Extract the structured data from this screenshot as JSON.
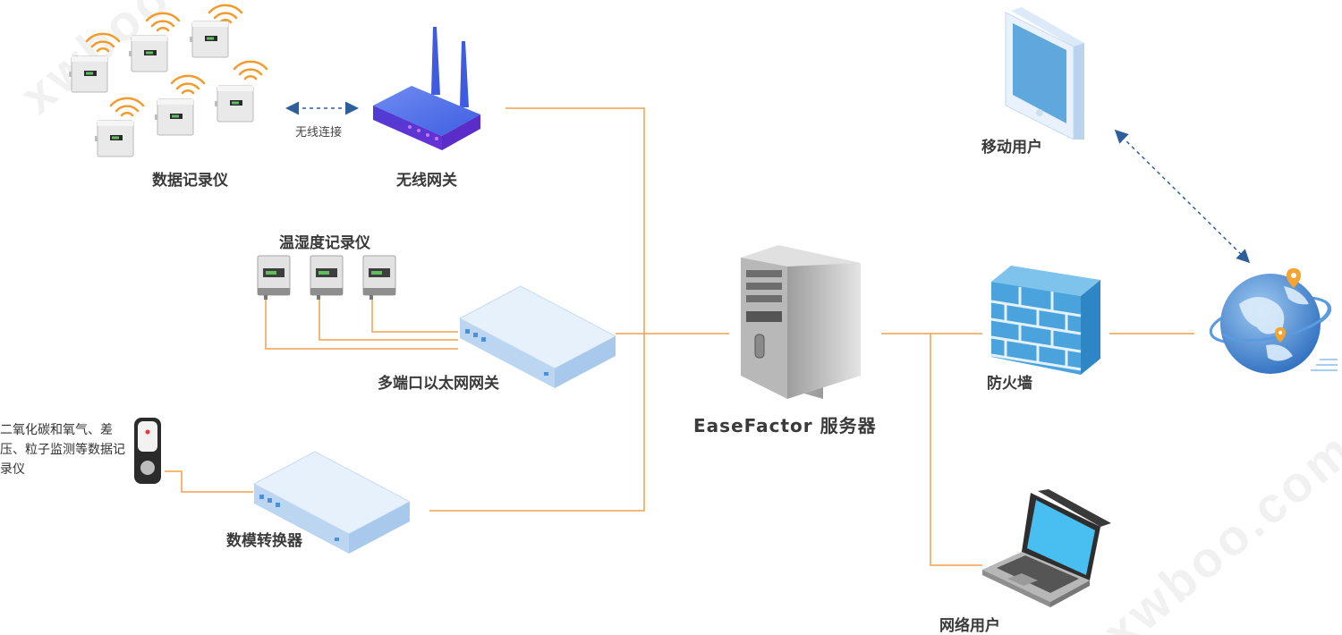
{
  "watermarks": [
    "xwboo.com",
    "xwboo.com"
  ],
  "labels": {
    "data_loggers": "数据记录仪",
    "wireless_link": "无线连接",
    "wireless_gateway": "无线网关",
    "th_loggers": "温湿度记录仪",
    "ethernet_gateway": "多端口以太网网关",
    "gas_logger_desc": "二氧化碳和氧气、差压、粒子监测等数据记录仪",
    "ad_converter": "数模转换器",
    "server": "EaseFactor 服务器",
    "firewall": "防火墙",
    "mobile_user": "移动用户",
    "network_user": "网络用户"
  },
  "colors": {
    "wire": "#f0a04b",
    "wifi": "#f39c2e",
    "dashed_arrow": "#2f5f9a",
    "device_blue": "#d6e8fb",
    "firewall_blue": "#4aa3dc"
  },
  "icons": [
    "logger-icon",
    "wifi-icon",
    "router-icon",
    "th-logger-icon",
    "gateway-box-icon",
    "sensor-icon",
    "server-tower-icon",
    "firewall-icon",
    "tablet-icon",
    "globe-icon",
    "laptop-icon"
  ]
}
